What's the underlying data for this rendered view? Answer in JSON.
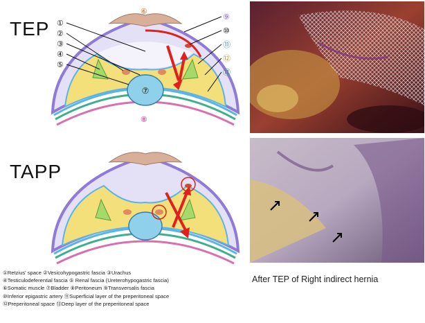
{
  "labels": {
    "tep": "TEP",
    "tapp": "TAPP"
  },
  "diagram_numbers": [
    "①",
    "②",
    "③",
    "④",
    "⑤",
    "⑥",
    "⑦",
    "⑧",
    "⑨",
    "⑩",
    "⑪",
    "⑫",
    "⑬"
  ],
  "legend": [
    "①Retzius' space ②Vesicohypogastric fascia ③Urachus",
    "④Testiculodeferential fascia ⑤ Renal fascia (Ureterohypogastric fascia)",
    "⑥Somatic muscle ⑦Bladder ⑧Peritoneum ⑨Transversalis fascia",
    "⑩Inferior epigastric artery ⑪Superficial layer of the preperitoneal space",
    "⑫Preperitoneal space ⑬Deep layer of the preperitoneal space"
  ],
  "caption": "After TEP of Right indirect hernia",
  "colors": {
    "muscle": "#d8b09a",
    "transversalis": "#8f7ad6",
    "superficial_layer": "#5ab4e8",
    "preperitoneal": "#f3e07a",
    "deep_layer": "#3bb08a",
    "peritoneum": "#d86fb0",
    "bladder": "#8fd0ea",
    "retzius": "#e4e0f6",
    "arrow": "#e0201c"
  }
}
